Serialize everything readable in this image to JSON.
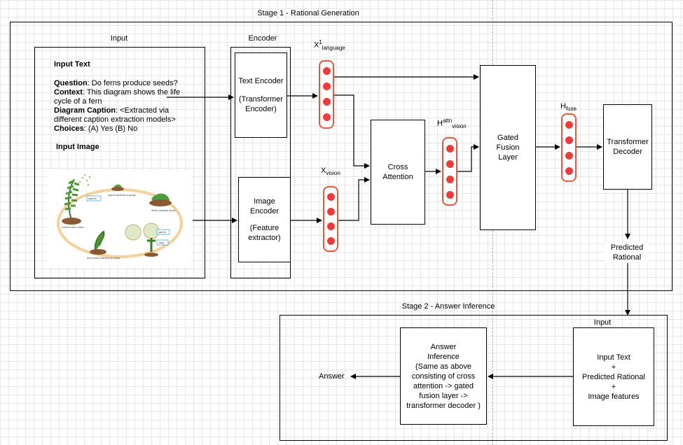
{
  "stage1": {
    "title": "Stage 1 - Rational Generation"
  },
  "stage2": {
    "title": "Stage 2 - Answer Inference"
  },
  "input_panel": {
    "title": "Input",
    "input_text_heading": "Input Text",
    "question_label": "Question",
    "question_text": ": Do ferns produce seeds?",
    "context_label": "Context",
    "context_text": ": This diagram shows the life cycle of a fern",
    "caption_label": "Diagram Caption",
    "caption_text": ": <Extracted via different caption extraction models>",
    "choices_label": "Choices",
    "choices_text": ": (A) Yes (B) No",
    "input_image_heading": "Input Image",
    "image_labels": {
      "spores": "spores",
      "spore_starting": "spore starting to grow",
      "heart_plant": "heart-shaped plant",
      "mature_fern": "mature fern plant",
      "fern_starting": "fern plant starting to grow",
      "sperm": "sperm",
      "egg": "egg"
    }
  },
  "encoder_panel": {
    "title": "Encoder",
    "text_encoder_line1": "Text Encoder",
    "text_encoder_line2": "(Transformer Encoder)",
    "image_encoder_line1": "Image Encoder",
    "image_encoder_line2": "(Feature extractor)"
  },
  "vectors": {
    "x_language_base": "X",
    "x_language_sup": "1",
    "x_language_sub": "language",
    "x_vision_base": "X",
    "x_vision_sub": "vision",
    "h_attn_base": "H",
    "h_attn_sup": "attn",
    "h_attn_sub": "vision",
    "h_fuse_base": "H",
    "h_fuse_sub": "fuse"
  },
  "cross_attention": {
    "label": "Cross Attention"
  },
  "gated_fusion": {
    "label": "Gated Fusion Layer"
  },
  "transformer_decoder": {
    "label": "Transformer Decoder"
  },
  "predicted_rational": {
    "label": "Predicted Rational"
  },
  "stage2_input": {
    "title": "Input",
    "line1": "Input Text",
    "plus1": "+",
    "line2": "Predicted Rational",
    "plus2": "+",
    "line3": "Image features"
  },
  "answer_inference": {
    "line1": "Answer",
    "line2": "Inference",
    "line3": "(Same as above consisting of cross attention -> gated fusion layer -> transformer decoder )"
  },
  "answer": {
    "label": "Answer"
  },
  "colors": {
    "vector_border": "#e8573a",
    "vector_dot": "#f03a3a",
    "grid": "#e6e6e6"
  }
}
